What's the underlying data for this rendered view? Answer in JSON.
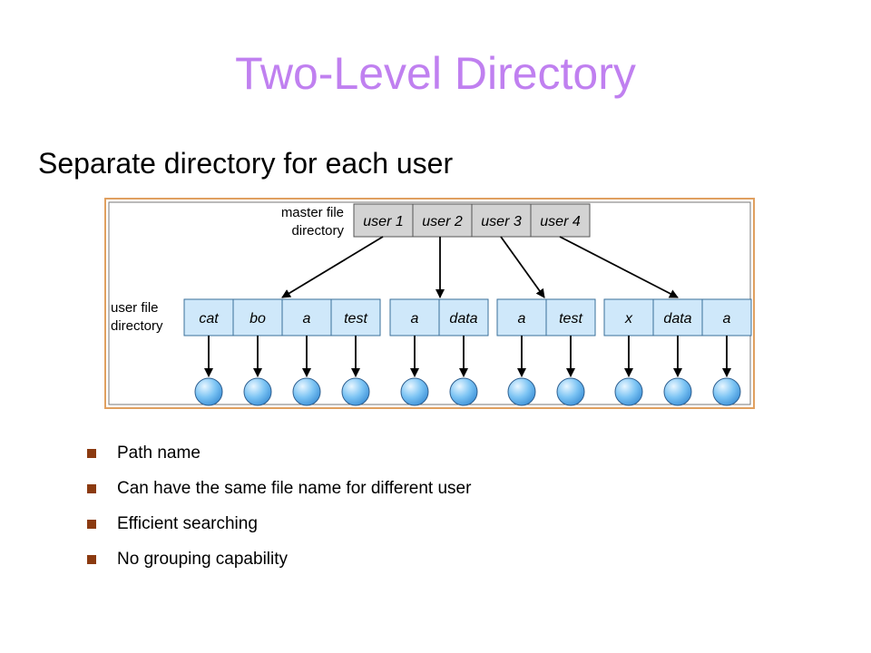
{
  "slide": {
    "title": "Two-Level Directory",
    "subtitle": "Separate directory for each user",
    "bullets": [
      "Path name",
      "Can have the same file name for different user",
      "Efficient searching",
      "No grouping capability"
    ],
    "bullet_color": "#8b3a10",
    "title_color": "#c080f0"
  },
  "diagram": {
    "master_label": [
      "master file",
      "directory"
    ],
    "user_label": [
      "user file",
      "directory"
    ],
    "master_entries": [
      "user 1",
      "user 2",
      "user 3",
      "user 4"
    ],
    "user_directories": [
      [
        "cat",
        "bo",
        "a",
        "test"
      ],
      [
        "a",
        "data"
      ],
      [
        "a",
        "test"
      ],
      [
        "x",
        "data",
        "a"
      ]
    ],
    "colors": {
      "frame": "#e0a060",
      "master_cell": "#d3d3d3",
      "user_cell": "#cfe8fa",
      "file_node": "#7cc4f4"
    }
  }
}
